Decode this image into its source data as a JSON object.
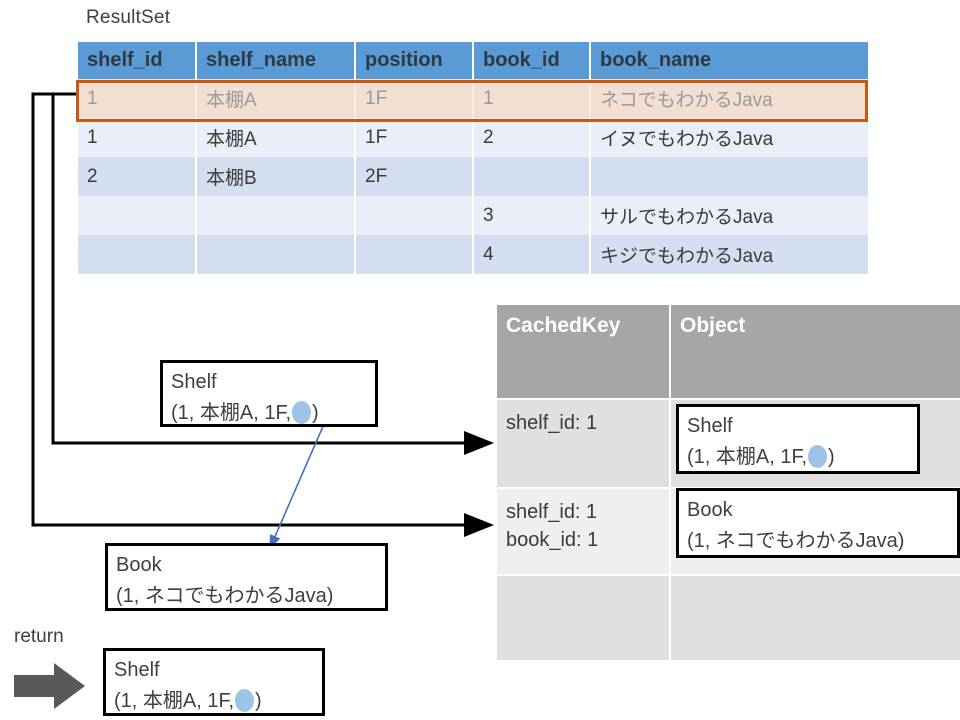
{
  "resultset": {
    "title": "ResultSet",
    "columns": [
      "shelf_id",
      "shelf_name",
      "position",
      "book_id",
      "book_name"
    ],
    "rows": [
      {
        "shelf_id": "1",
        "shelf_name": "本棚A",
        "position": "1F",
        "book_id": "1",
        "book_name": "ネコでもわかるJava",
        "highlighted": true
      },
      {
        "shelf_id": "1",
        "shelf_name": "本棚A",
        "position": "1F",
        "book_id": "2",
        "book_name": "イヌでもわかるJava",
        "highlighted": false
      },
      {
        "shelf_id": "2",
        "shelf_name": "本棚B",
        "position": "2F",
        "book_id": "",
        "book_name": "",
        "highlighted": false
      },
      {
        "shelf_id": "",
        "shelf_name": "",
        "position": "",
        "book_id": "3",
        "book_name": "サルでもわかるJava",
        "highlighted": false
      },
      {
        "shelf_id": "",
        "shelf_name": "",
        "position": "",
        "book_id": "4",
        "book_name": "キジでもわかるJava",
        "highlighted": false
      }
    ],
    "header_color": "#5B9BD5",
    "highlight_border_color": "#C55A11",
    "highlight_fill_color": "#F3DFD2"
  },
  "cache_table": {
    "columns": [
      "CachedKey",
      "Object"
    ],
    "header_color": "#A6A6A6",
    "rows": [
      {
        "key": "shelf_id: 1",
        "object_title": "Shelf",
        "object_values_before": "(1, 本棚A, 1F,",
        "object_values_after": ")"
      },
      {
        "key": "shelf_id: 1\nbook_id: 1",
        "object_title": "Book",
        "object_values_before": "(1, ネコでもわかるJava",
        "object_values_after": ")"
      },
      {
        "key": "",
        "object_title": "",
        "object_values_before": "",
        "object_values_after": ""
      }
    ]
  },
  "left_boxes": {
    "shelf": {
      "title": "Shelf",
      "values_before": "(1, 本棚A, 1F,",
      "values_after": ")"
    },
    "book": {
      "title": "Book",
      "values_before": "(1, ネコでもわかるJava",
      "values_after": ")"
    }
  },
  "return_section": {
    "label": "return",
    "box": {
      "title": "Shelf",
      "values_before": "(1, 本棚A, 1F,",
      "values_after": ")"
    }
  },
  "colors": {
    "reference_dot": "#9DC3E6",
    "blue_arrow": "#4472C4",
    "return_arrow": "#595959",
    "band_light": "#E9EEF8",
    "band_dark": "#D3DFF0"
  }
}
